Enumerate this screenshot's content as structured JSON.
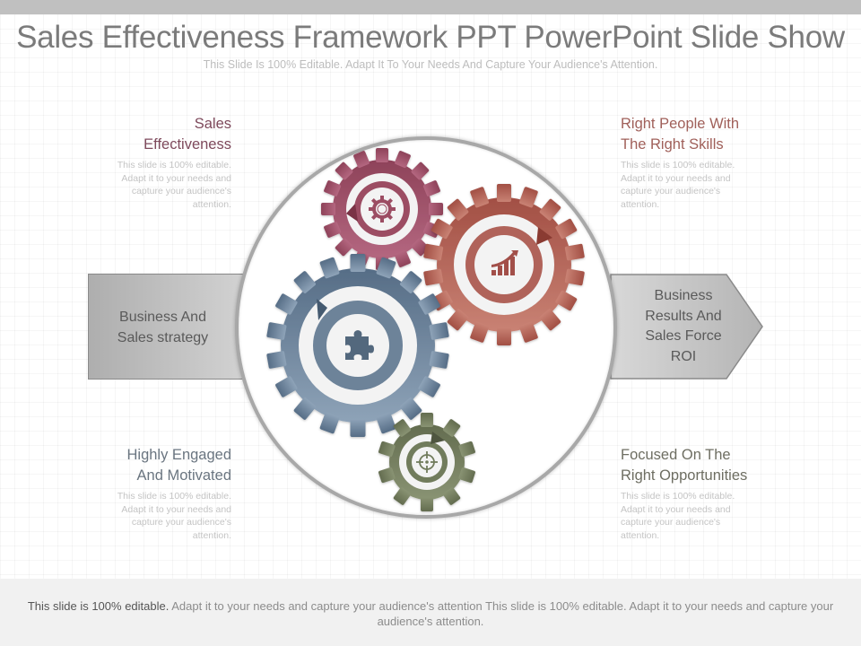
{
  "header": {
    "title": "Sales Effectiveness Framework PPT PowerPoint Slide Show",
    "subtitle": "This Slide Is 100% Editable. Adapt It To Your Needs And Capture Your Audience's Attention."
  },
  "labels": [
    {
      "id": "sales-effectiveness",
      "title": "Sales Effectiveness",
      "title_lines": [
        "Sales",
        "Effectiveness"
      ],
      "desc": "This slide is 100% editable. Adapt it to your needs and capture your audience's attention.",
      "color": "#7e4a5c"
    },
    {
      "id": "right-people",
      "title": "Right People With The Right Skills",
      "title_lines": [
        "Right People With",
        "The Right Skills"
      ],
      "desc": "This slide is 100% editable. Adapt it to your needs and capture your audience's attention.",
      "color": "#a0605a"
    },
    {
      "id": "highly-engaged",
      "title": "Highly Engaged And Motivated",
      "title_lines": [
        "Highly Engaged",
        "And Motivated"
      ],
      "desc": "This slide is 100% editable. Adapt it to your needs and capture your audience's attention.",
      "color": "#6a7580"
    },
    {
      "id": "focused-opportunities",
      "title": "Focused On The Right Opportunities",
      "title_lines": [
        "Focused On The",
        "Right Opportunities"
      ],
      "desc": "This slide is 100% editable. Adapt it to your needs and capture your audience's attention.",
      "color": "#6e6e62"
    }
  ],
  "input_box": {
    "lines": [
      "Business And",
      "Sales strategy"
    ]
  },
  "output_arrow": {
    "lines": [
      "Business",
      "Results And",
      "Sales Force",
      "ROI"
    ]
  },
  "gears": [
    {
      "name": "gear-pink",
      "icon": "cog-icon",
      "color": "#9c4d63"
    },
    {
      "name": "gear-terracotta",
      "icon": "bar-chart-growth-icon",
      "color": "#b0645a"
    },
    {
      "name": "gear-slate-blue",
      "icon": "puzzle-piece-icon",
      "color": "#627a92"
    },
    {
      "name": "gear-olive",
      "icon": "target-crosshair-icon",
      "color": "#717b5c"
    }
  ],
  "footer": {
    "lead": "This slide is 100% editable.",
    "rest": " Adapt it to your needs and capture your audience's attention This slide is 100% editable. Adapt it to your needs and capture your audience's attention."
  }
}
